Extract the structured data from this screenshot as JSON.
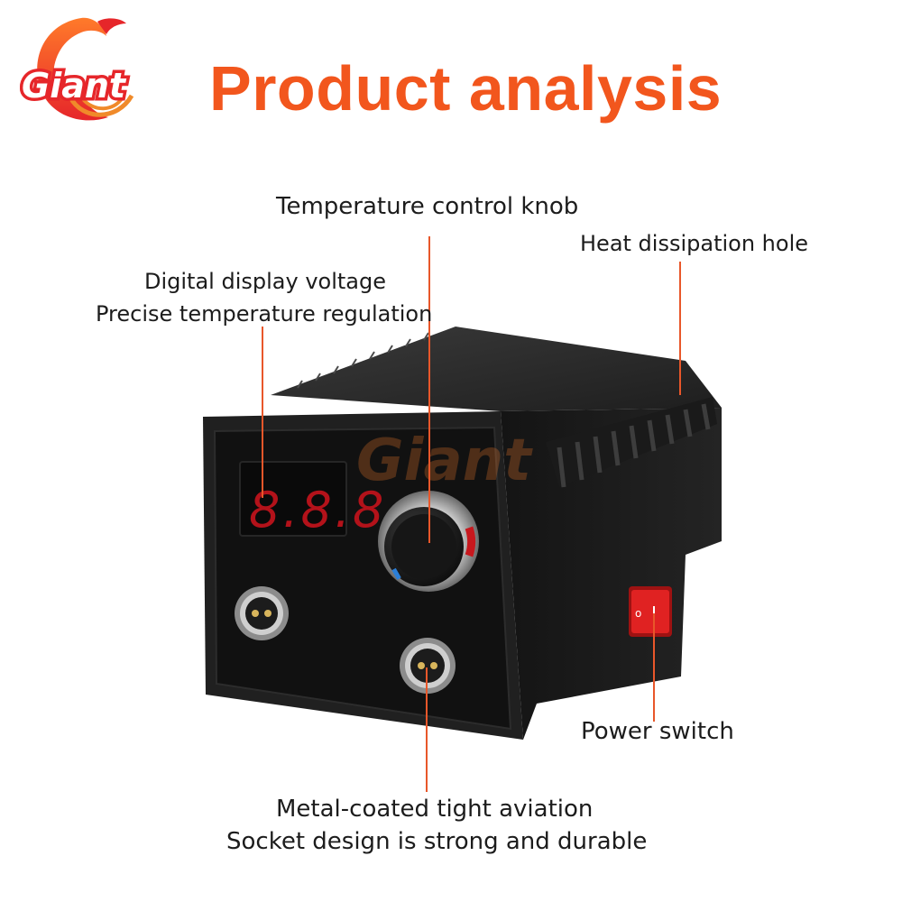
{
  "brand": {
    "logo_text": "Giant",
    "watermark_text": "Giant"
  },
  "title": "Product analysis",
  "callouts": {
    "knob": "Temperature control knob",
    "heat": "Heat dissipation hole",
    "display_line1": "Digital display voltage",
    "display_line2": "Precise temperature regulation",
    "power": "Power switch",
    "socket_line1": "Metal-coated tight aviation",
    "socket_line2": "Socket design is strong and durable"
  },
  "device": {
    "display_value": "8.8.8"
  },
  "colors": {
    "accent": "#f2561d",
    "leader": "#e8572a",
    "body": "#1b1b1b",
    "led": "#c0181e",
    "switch": "#d61d1d"
  }
}
